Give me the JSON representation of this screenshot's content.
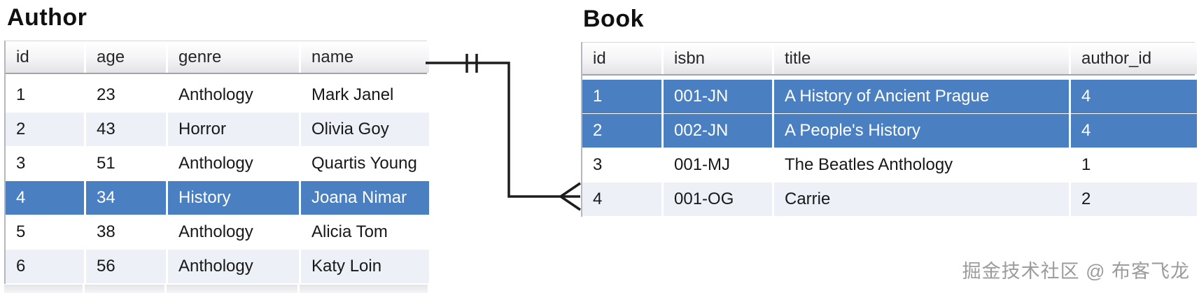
{
  "tables": {
    "author": {
      "title": "Author",
      "columns": [
        "id",
        "age",
        "genre",
        "name"
      ],
      "rows": [
        [
          "1",
          "23",
          "Anthology",
          "Mark Janel"
        ],
        [
          "2",
          "43",
          "Horror",
          "Olivia Goy"
        ],
        [
          "3",
          "51",
          "Anthology",
          "Quartis Young"
        ],
        [
          "4",
          "34",
          "History",
          "Joana Nimar"
        ],
        [
          "5",
          "38",
          "Anthology",
          "Alicia Tom"
        ],
        [
          "6",
          "56",
          "Anthology",
          "Katy Loin"
        ]
      ],
      "selected_row_indices": [
        3
      ]
    },
    "book": {
      "title": "Book",
      "columns": [
        "id",
        "isbn",
        "title",
        "author_id"
      ],
      "rows": [
        [
          "1",
          "001-JN",
          "A History of Ancient Prague",
          "4"
        ],
        [
          "2",
          "002-JN",
          "A People's History",
          "4"
        ],
        [
          "3",
          "001-MJ",
          "The Beatles Anthology",
          "1"
        ],
        [
          "4",
          "001-OG",
          "Carrie",
          "2"
        ]
      ],
      "selected_row_indices": [
        0,
        1
      ]
    }
  },
  "relationship": {
    "type": "one-to-many",
    "one_side": "Author",
    "many_side": "Book"
  },
  "watermark": {
    "text": "掘金技术社区 @ 布客飞龙"
  },
  "colors": {
    "selected_row": "#4a7fc1",
    "alt_row": "#edf0f6",
    "connector": "#1d1d1d"
  }
}
